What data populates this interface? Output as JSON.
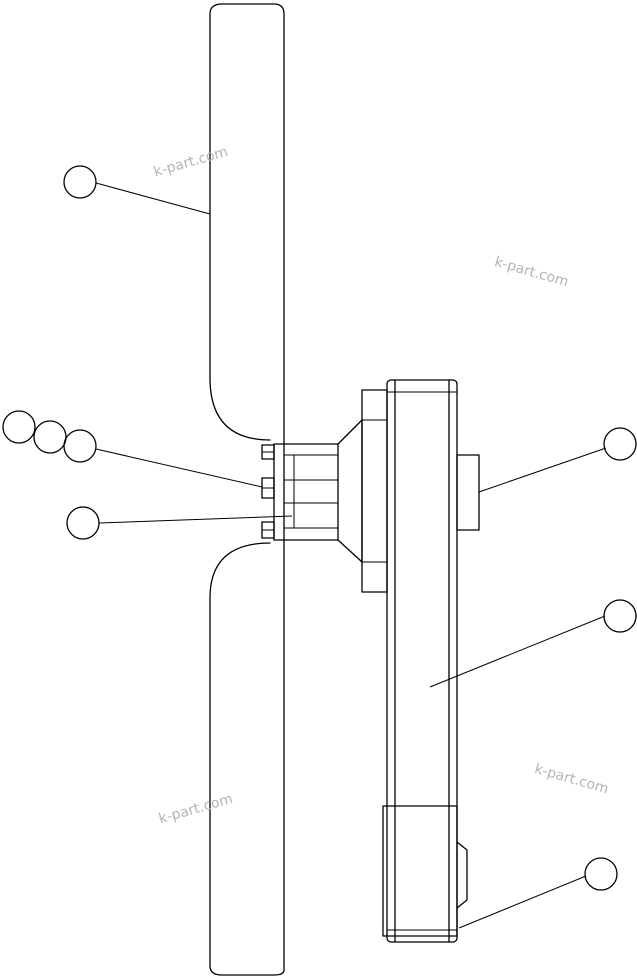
{
  "watermarks": [
    "k-part.com",
    "k-part.com",
    "k-part.com",
    "k-part.com"
  ],
  "colors": {
    "line": "#000000",
    "watermark": "#b4b4b4",
    "background": "#ffffff"
  },
  "callouts": [
    "",
    "",
    "",
    "",
    "",
    "",
    "",
    ""
  ]
}
